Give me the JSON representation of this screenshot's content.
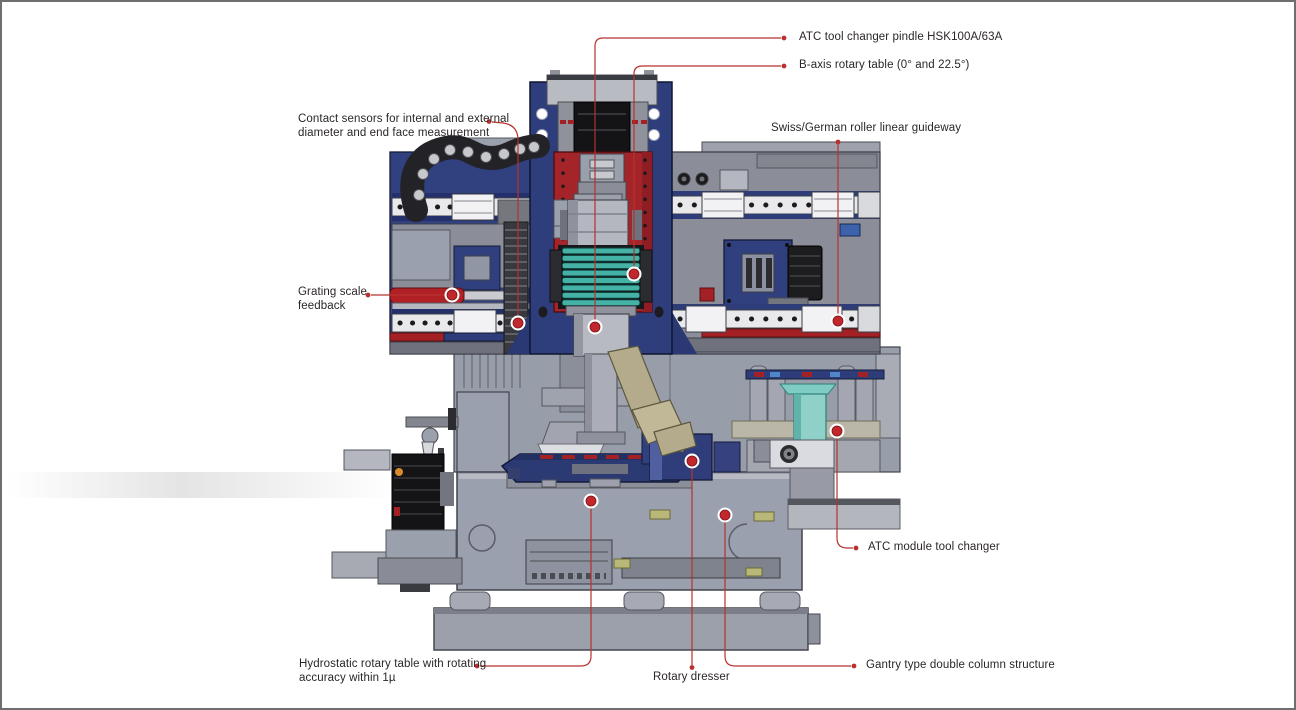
{
  "figure": {
    "kind": "annotated machine diagram",
    "subject": "gantry-type double-column grinding machine, front view"
  },
  "colors": {
    "callout_red": "#b8312f",
    "marker_red": "#c1272d",
    "machine_navy": "#2e3d7c",
    "machine_red": "#a5242a",
    "machine_teal": "#45b1a4",
    "machine_gray": "#989daa",
    "machine_tan": "#b3ab8b",
    "page_border_gray": "#6f6f6f"
  },
  "callouts": {
    "atc_spindle": {
      "label": "ATC tool changer pindle HSK100A/63A"
    },
    "b_axis": {
      "label": "B-axis rotary table (0° and 22.5°)"
    },
    "contact_sensors": {
      "line1": "Contact sensors for internal and external",
      "line2": "diameter and end face measurement"
    },
    "swiss_guideway": {
      "label": "Swiss/German roller linear guideway"
    },
    "grating_scale": {
      "line1": "Grating scale",
      "line2": "feedback"
    },
    "atc_module": {
      "label": "ATC module tool changer"
    },
    "hydrostatic_table": {
      "line1": "Hydrostatic rotary table with rotating",
      "line2": "accuracy within 1µ"
    },
    "rotary_dresser": {
      "label": "Rotary dresser"
    },
    "gantry_structure": {
      "label": "Gantry type double column structure"
    }
  }
}
